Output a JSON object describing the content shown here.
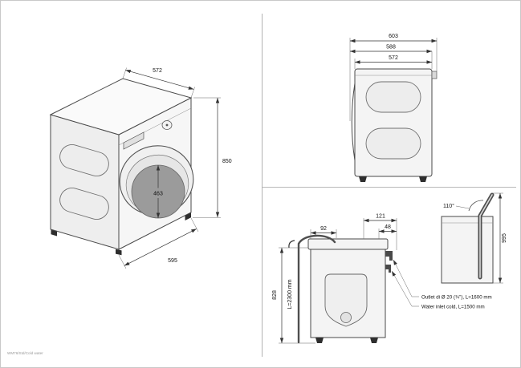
{
  "meta": {
    "footer": "WM76/Std/Cold water"
  },
  "isometric": {
    "width_top": "572",
    "height": "850",
    "drum_diameter": "463",
    "depth": "595"
  },
  "side": {
    "depth_total": "603",
    "depth_mid": "588",
    "depth_body": "572"
  },
  "rear": {
    "offset_left": "92",
    "offset_right_outer": "121",
    "offset_right_inner": "48",
    "height_back": "828",
    "drain_hose": "L=2300 mm",
    "outlet": "Outlet di Ø 20 (¾\"), L=1600 mm",
    "inlet": "Water inlet cold, L=1500 mm"
  },
  "detail": {
    "angle": "110°",
    "height_hose": "995"
  }
}
